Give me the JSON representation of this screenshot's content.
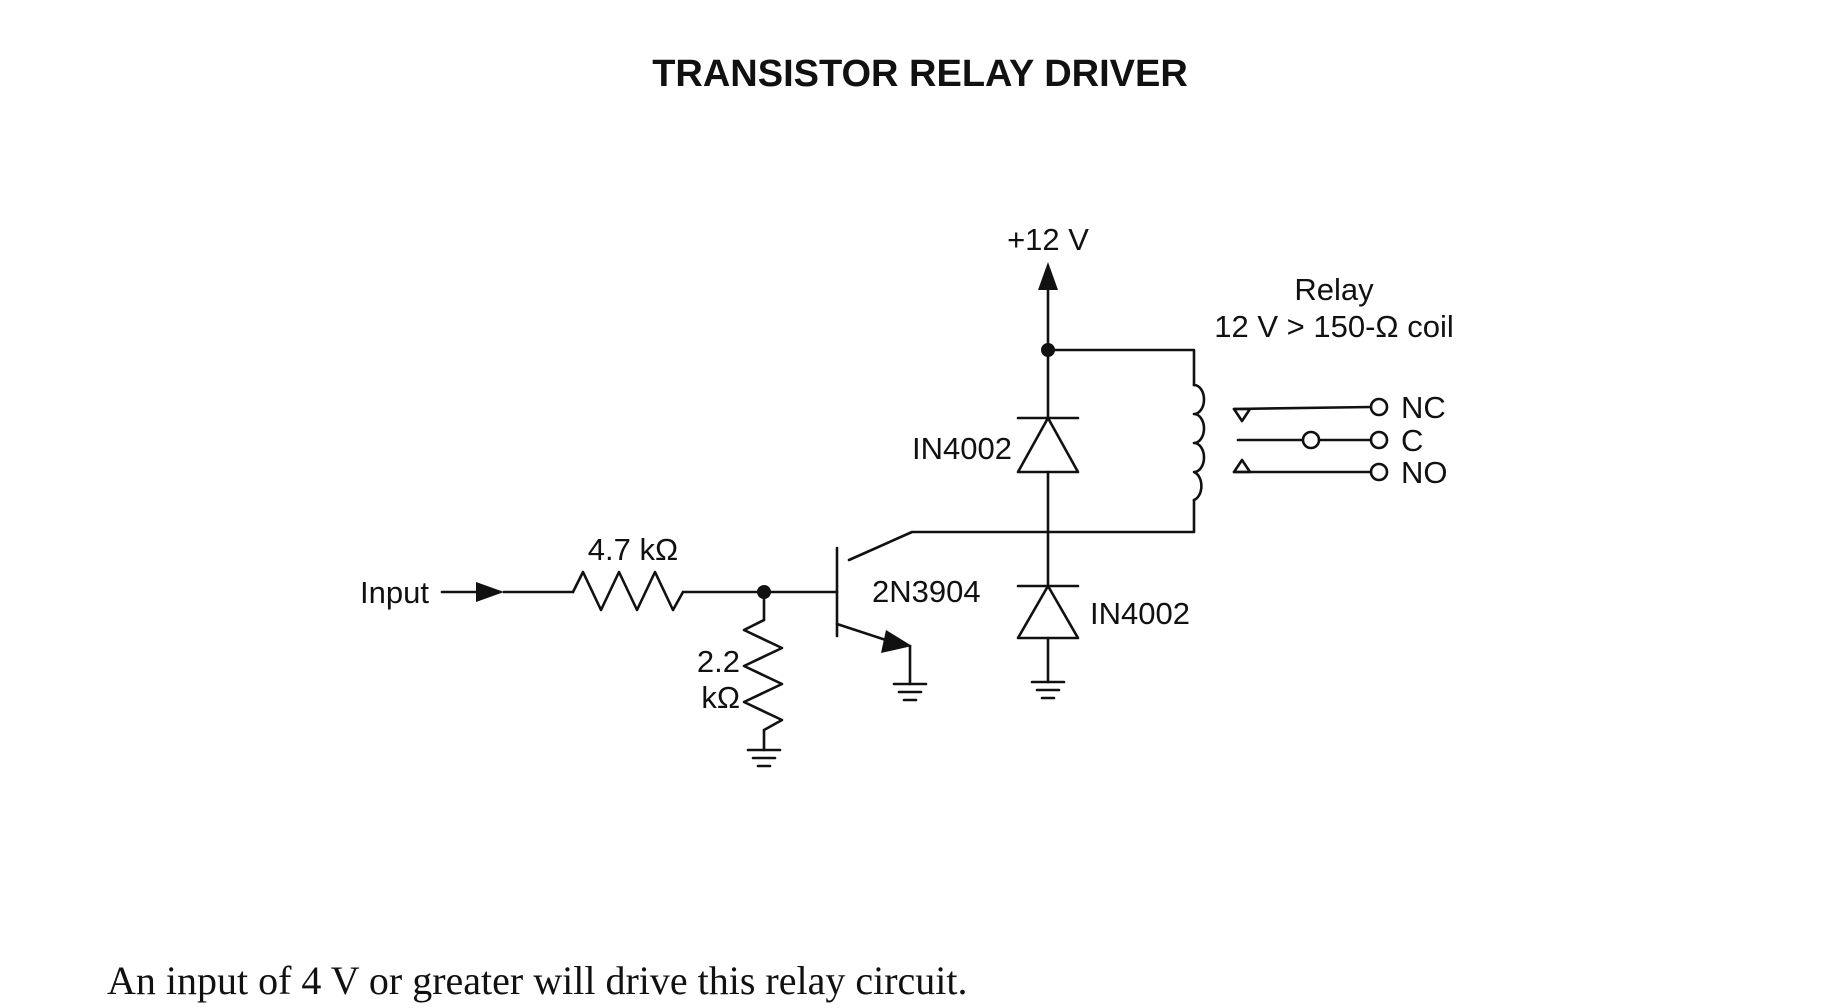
{
  "title": "TRANSISTOR RELAY DRIVER",
  "labels": {
    "supply": "+12 V",
    "relay_title": "Relay",
    "relay_spec": "12 V > 150-Ω coil",
    "nc": "NC",
    "c": "C",
    "no": "NO",
    "input": "Input",
    "r1": "4.7 kΩ",
    "r2_line1": "2.2",
    "r2_line2": "kΩ",
    "transistor": "2N3904",
    "diode_top": "IN4002",
    "diode_bottom": "IN4002"
  },
  "caption": "An input of 4 V or greater will drive this relay circuit.",
  "colors": {
    "ink": "#111111",
    "background": "#ffffff"
  }
}
